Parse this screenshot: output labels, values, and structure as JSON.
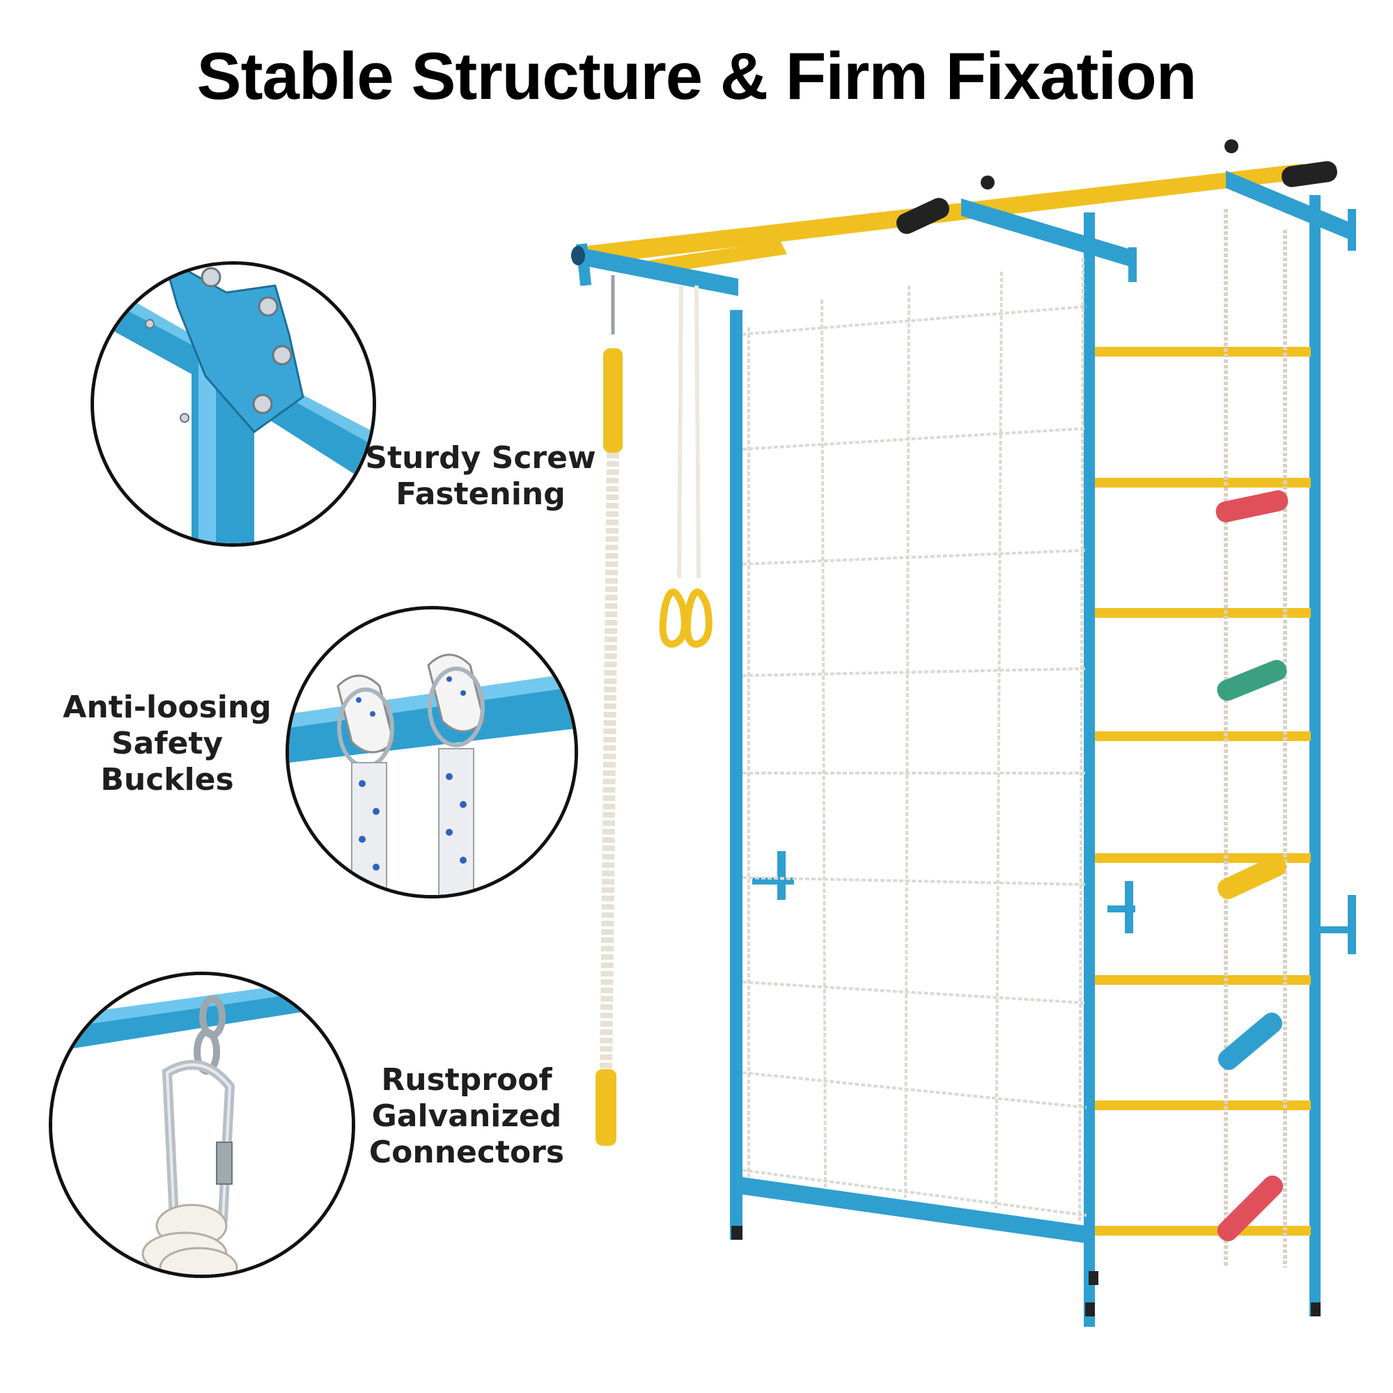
{
  "title": "Stable Structure & Firm Fixation",
  "callouts": {
    "screw": "Sturdy Screw Fastening",
    "buckle": "Anti-loosing Safety Buckles",
    "connector": "Rustproof Galvanized Connectors"
  },
  "colors": {
    "frame_blue": "#2f9fd0",
    "bar_yellow": "#f0c020",
    "net_white": "#f4f4f0",
    "rung_red": "#e0505a",
    "rung_green": "#3aa080"
  }
}
